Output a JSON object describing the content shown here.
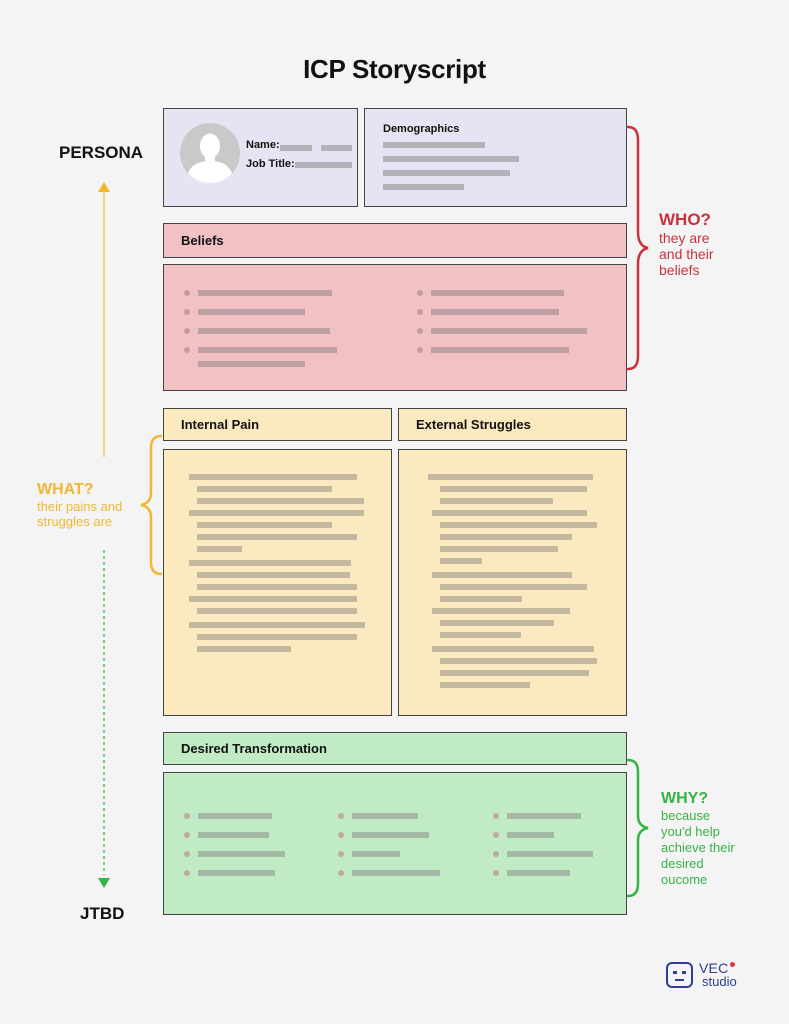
{
  "title": "ICP Storyscript",
  "persona": {
    "label": "PERSONA",
    "name_label": "Name:",
    "job_title_label": "Job Title:",
    "demographics_label": "Demographics"
  },
  "beliefs": {
    "label": "Beliefs"
  },
  "internal_pain": {
    "label": "Internal Pain"
  },
  "external_struggles": {
    "label": "External Struggles"
  },
  "desired_transformation": {
    "label": "Desired Transformation"
  },
  "jtbd_label": "JTBD",
  "who": {
    "heading": "WHO?",
    "lines": [
      "they are",
      "and their",
      "beliefs"
    ]
  },
  "what": {
    "heading": "WHAT?",
    "lines": [
      "their pains and",
      "struggles are"
    ]
  },
  "why": {
    "heading": "WHY?",
    "lines": [
      "because",
      "you'd help",
      "achieve their",
      "desired",
      "oucome"
    ]
  },
  "logo": {
    "top": "VEC",
    "bottom": "studio"
  },
  "colors": {
    "who": "#c8323e",
    "what": "#f2b733",
    "why": "#35b347",
    "arrow_up": "#f4c95a",
    "arrow_down": "#43c25a",
    "logo": "#2f3e8f",
    "logo_dot": "#e0343f"
  }
}
